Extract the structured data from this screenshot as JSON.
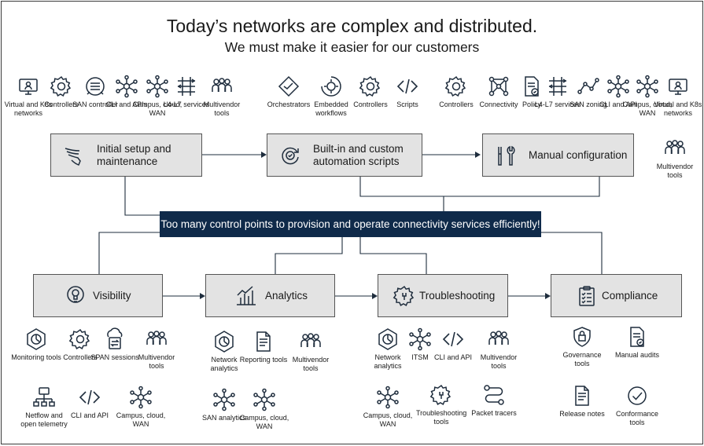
{
  "title": "Today’s networks are complex and distributed.",
  "subtitle": "We must make it easier for our customers",
  "banner": "Too many control points to provision and operate connectivity services efficiently!",
  "boxes": {
    "setup": "Initial setup and maintenance",
    "scripts": "Built-in and custom automation scripts",
    "manual": "Manual configuration",
    "visibility": "Visibility",
    "analytics": "Analytics",
    "troubleshooting": "Troubleshooting",
    "compliance": "Compliance"
  },
  "icons": {
    "top": {
      "virtual": "Virtual and K8s networks",
      "controllers": "Controllers",
      "san": "SAN controller",
      "cli": "CLI and APIs",
      "campus": "Campus, cloud, WAN",
      "l4l7": "L4-L7 services",
      "multivendor": "Multivendor tools",
      "orchestrators": "Orchestrators",
      "embedded": "Embedded workflows",
      "controllers2": "Controllers",
      "scripts": "Scripts",
      "controllers3": "Controllers",
      "connectivity": "Connectivity",
      "policy": "Policy",
      "l4l7b": "L4-L7 services",
      "sanzoning": "SAN zoning",
      "cliapi": "CLI and API",
      "campus2": "Campus, cloud, WAN",
      "virtual2": "Virtual and K8s networks",
      "multivendor2": "Multivendor tools"
    },
    "visibility": {
      "monitoring": "Monitoring tools",
      "controllers": "Controllers",
      "span": "SPAN sessions",
      "multivendor": "Multivendor tools",
      "netflow": "Netflow and open telemetry",
      "cli": "CLI and API",
      "campus": "Campus, cloud, WAN"
    },
    "analytics": {
      "network": "Network analytics",
      "reporting": "Reporting tools",
      "multivendor": "Multivendor tools",
      "san": "SAN analytics",
      "campus": "Campus, cloud, WAN"
    },
    "troubleshooting": {
      "network": "Network analytics",
      "itsm": "ITSM",
      "cli": "CLI and API",
      "multivendor": "Multivendor tools",
      "campus": "Campus, cloud, WAN",
      "tools": "Troubleshooting tools",
      "tracers": "Packet tracers"
    },
    "compliance": {
      "governance": "Governance tools",
      "audits": "Manual audits",
      "release": "Release notes",
      "conformance": "Conformance tools"
    }
  },
  "colors": {
    "banner": "#0f2a4a",
    "box": "#e3e3e3",
    "line": "#0f2a4a"
  }
}
